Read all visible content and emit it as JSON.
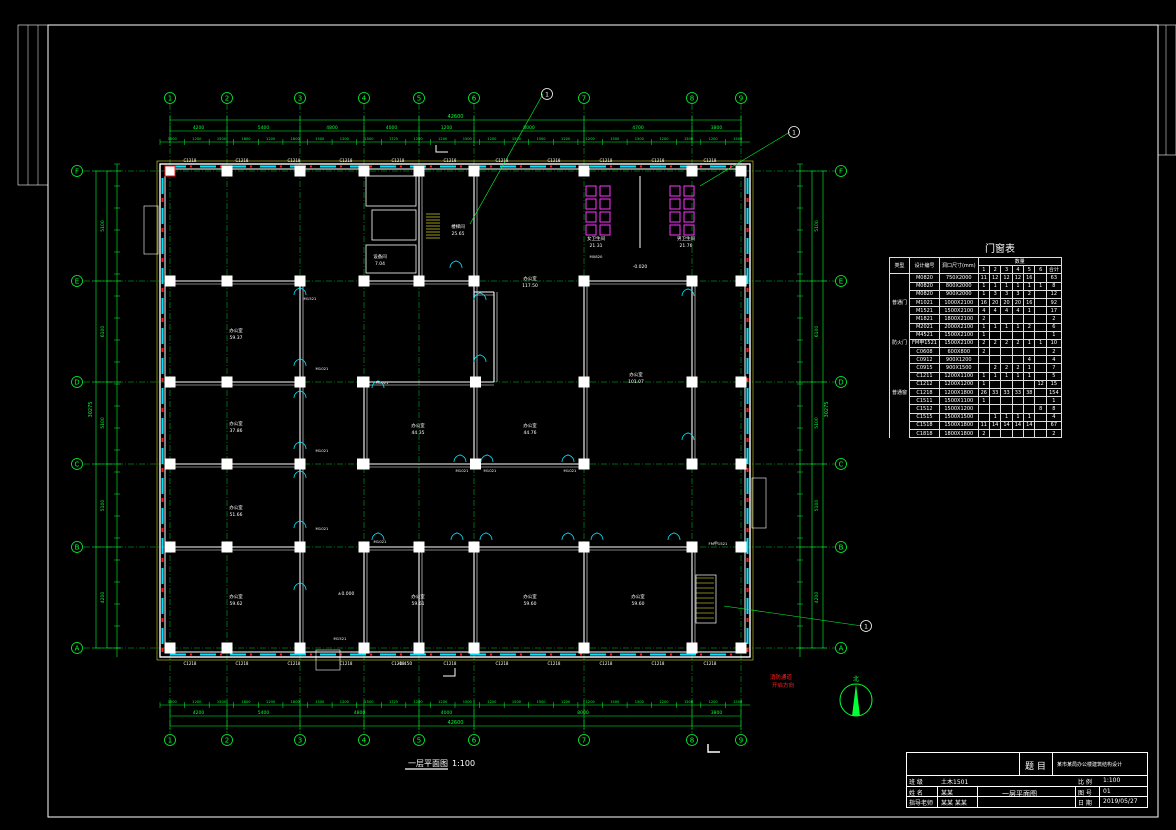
{
  "grid_x": [
    "1",
    "2",
    "3",
    "4",
    "5",
    "6",
    "7",
    "8",
    "9"
  ],
  "grid_y": [
    "F",
    "E",
    "D",
    "C",
    "B",
    "A"
  ],
  "dims_top_total": "42600",
  "dims_top_bays": [
    "4200",
    "5400",
    "4800",
    "4000",
    "1200",
    "8000",
    "4700",
    "3800"
  ],
  "dims_top_details": [
    "1500",
    "1200",
    "1500",
    "1800",
    "1200",
    "1800",
    "1500",
    "1200",
    "1500",
    "1725",
    "1200",
    "1200",
    "1500",
    "1200",
    "1500",
    "1500",
    "1200",
    "1200",
    "1500",
    "1500",
    "1200",
    "1500",
    "1200",
    "1500"
  ],
  "dims_bottom_total": "42600",
  "dims_bottom_bays": [
    "4200",
    "5400",
    "4800",
    "4000",
    "8000",
    "3800"
  ],
  "dims_left_total": "30275",
  "dims_left_bays": [
    "5100",
    "6100",
    "5100",
    "5100",
    "4200"
  ],
  "dims_right_total": "30275",
  "dims_right_bays": [
    "5100",
    "6100",
    "5100",
    "5100",
    "4200"
  ],
  "rooms": [
    {
      "name": "办公室",
      "area": "59.37"
    },
    {
      "name": "办公室",
      "area": "37.86"
    },
    {
      "name": "办公室",
      "area": "51.66"
    },
    {
      "name": "办公室",
      "area": "59.62"
    },
    {
      "name": "办公室",
      "area": "44.35"
    },
    {
      "name": "办公室",
      "area": "44.76"
    },
    {
      "name": "办公室",
      "area": "117.50"
    },
    {
      "name": "办公室",
      "area": "101.07"
    },
    {
      "name": "办公室",
      "area": "59.61"
    },
    {
      "name": "办公室",
      "area": "59.60"
    },
    {
      "name": "办公室",
      "area": "59.60"
    },
    {
      "name": "楼梯间",
      "area": "25.65"
    },
    {
      "name": "设备间",
      "area": "7.04"
    },
    {
      "name": "女卫生间",
      "area": "21.31"
    },
    {
      "name": "男卫生间",
      "area": "21.76"
    }
  ],
  "window_labels": [
    "C1218",
    "C1218",
    "C1218",
    "C1218",
    "C1218",
    "C1218",
    "C1218",
    "C1218",
    "C1218",
    "C1218",
    "C1218"
  ],
  "door_labels": [
    "M1521",
    "M1021",
    "M1021",
    "M1021",
    "M1021",
    "M1021",
    "M1021",
    "M1021",
    "M1021",
    "M0820",
    "M1521",
    "FM甲1521"
  ],
  "levels": [
    "±0.000",
    "-0.450",
    "-0.020"
  ],
  "callouts": [
    "1",
    "1",
    "1"
  ],
  "red_note": [
    "消防通道",
    "开启方向"
  ],
  "plan_title": "一层平面图",
  "plan_scale": "1:100",
  "door_table": {
    "title": "门窗表",
    "header_top": [
      "类型",
      "设计编号",
      "洞口尺寸(mm)",
      "数量"
    ],
    "header_floors": [
      "1",
      "2",
      "3",
      "4",
      "5",
      "6",
      "合计"
    ],
    "rows": [
      [
        "",
        "M0820",
        "750X2000",
        "11",
        "12",
        "12",
        "12",
        "16",
        "",
        "63"
      ],
      [
        "",
        "M0820",
        "800X2000",
        "1",
        "1",
        "1",
        "1",
        "1",
        "1",
        "8"
      ],
      [
        "",
        "M0820",
        "900X2000",
        "1",
        "3",
        "3",
        "3",
        "2",
        "",
        "12"
      ],
      [
        "普通门",
        "M1021",
        "1000X2100",
        "16",
        "20",
        "20",
        "20",
        "16",
        "",
        "92"
      ],
      [
        "",
        "M1521",
        "1500X2100",
        "4",
        "4",
        "4",
        "4",
        "1",
        "",
        "17"
      ],
      [
        "",
        "M1821",
        "1800X2100",
        "2",
        "",
        "",
        "",
        "",
        "",
        "2"
      ],
      [
        "",
        "M2021",
        "2000X2100",
        "1",
        "1",
        "1",
        "1",
        "2",
        "",
        "6"
      ],
      [
        "",
        "M4521",
        "1500X2100",
        "1",
        "",
        "",
        "",
        "",
        "",
        "1"
      ],
      [
        "防火门",
        "FM甲1521",
        "1500X2100",
        "2",
        "2",
        "2",
        "2",
        "1",
        "1",
        "10"
      ],
      [
        "",
        "C0608",
        "600X800",
        "2",
        "",
        "",
        "",
        "",
        "",
        "2"
      ],
      [
        "",
        "C0912",
        "900X1200",
        "",
        "",
        "",
        "",
        "4",
        "",
        "4"
      ],
      [
        "",
        "C0915",
        "900X1500",
        "",
        "2",
        "2",
        "2",
        "1",
        "",
        "7"
      ],
      [
        "",
        "C1211",
        "1200X1100",
        "1",
        "1",
        "1",
        "1",
        "1",
        "",
        "5"
      ],
      [
        "",
        "C1212",
        "1200X1200",
        "1",
        "",
        "",
        "",
        "",
        "12",
        "15"
      ],
      [
        "普通窗",
        "C1218",
        "1200X1800",
        "26",
        "33",
        "33",
        "33",
        "38",
        "",
        "154"
      ],
      [
        "",
        "C1511",
        "1500X1100",
        "1",
        "",
        "",
        "",
        "",
        "",
        "1"
      ],
      [
        "",
        "C1512",
        "1500X1200",
        "",
        "",
        "",
        "",
        "",
        "8",
        "8"
      ],
      [
        "",
        "C1515",
        "1500X1500",
        "",
        "1",
        "1",
        "1",
        "1",
        "",
        "4"
      ],
      [
        "",
        "C1518",
        "1500X1800",
        "11",
        "14",
        "14",
        "14",
        "14",
        "",
        "67"
      ],
      [
        "",
        "C1818",
        "1800X1800",
        "2",
        "",
        "",
        "",
        "",
        "",
        "2"
      ]
    ]
  },
  "title_block": {
    "label_title": "题 目",
    "project": "某市某局办公楼建筑结构设计",
    "drawing": "一层平面图",
    "rows": [
      {
        "k": "班 级",
        "v": "土木1501"
      },
      {
        "k": "姓 名",
        "v": "某某"
      },
      {
        "k": "指导老师",
        "v": "某某 某某"
      }
    ],
    "right": [
      {
        "k": "比 例",
        "v": "1:100"
      },
      {
        "k": "图 号",
        "v": "01"
      },
      {
        "k": "日 期",
        "v": "2019/05/27"
      }
    ]
  },
  "colors": {
    "wall": "#ffffff",
    "window": "#00e5ff",
    "grid": "#00ff33",
    "dim": "#00ff33",
    "red": "#ff2020",
    "magenta": "#ff33ff",
    "yellow": "#ffff33"
  }
}
